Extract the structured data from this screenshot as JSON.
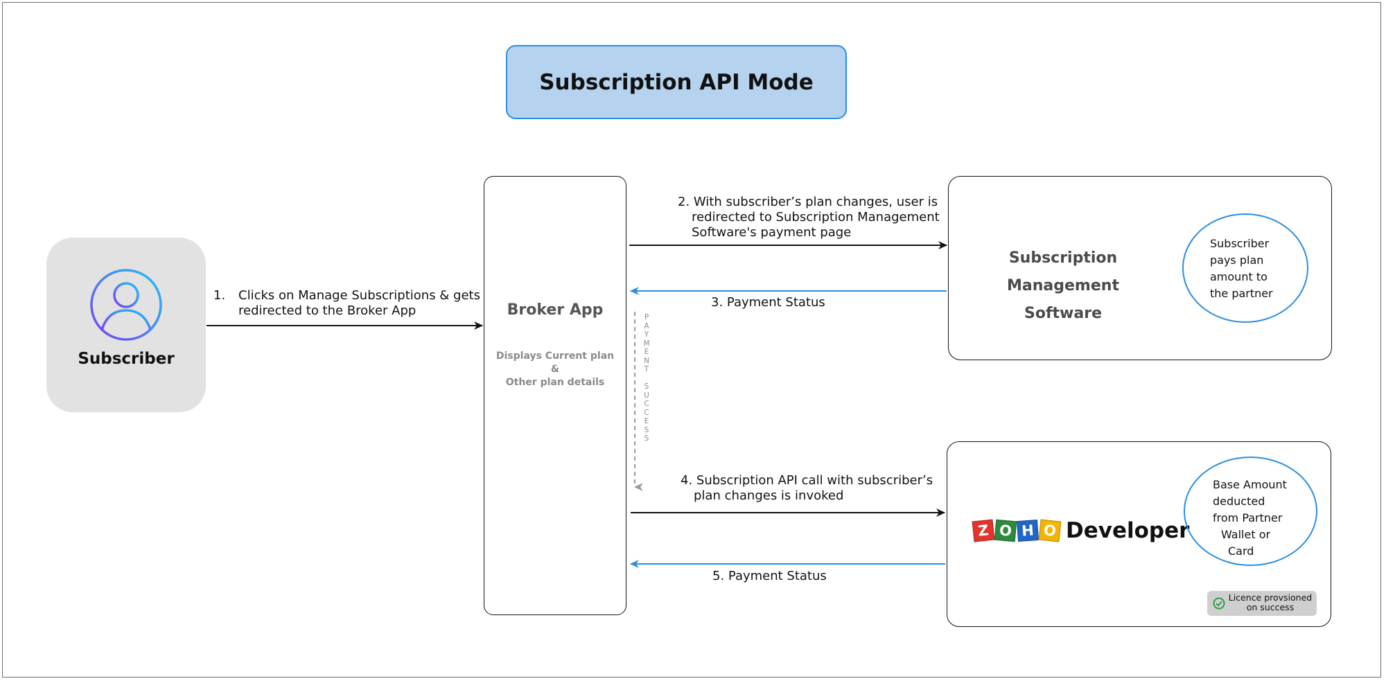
{
  "title": "Subscription API Mode",
  "subscriber": {
    "label": "Subscriber",
    "icon": "user-icon"
  },
  "broker": {
    "name": "Broker App",
    "desc_lines": [
      "Displays Current plan",
      "&",
      "Other plan details"
    ]
  },
  "sms": {
    "name_lines": [
      "Subscription Management",
      "Software"
    ],
    "oval_lines": [
      "Subscriber",
      "pays plan",
      "amount to",
      "the partner"
    ]
  },
  "zoho": {
    "logo_letters": [
      "Z",
      "O",
      "H",
      "O"
    ],
    "logo_colors": [
      "#e4322c",
      "#2b8a3e",
      "#1f66c6",
      "#f4b400"
    ],
    "logo_word": "Developer",
    "oval_lines": [
      "Base Amount",
      "deducted",
      "from Partner",
      "Wallet or",
      "Card"
    ],
    "badge_lines": [
      "Licence provsioned",
      "on success"
    ]
  },
  "steps": {
    "s1_num": "1.",
    "s1_lines": [
      "Clicks on Manage Subscriptions & gets",
      "redirected to the Broker App"
    ],
    "s2_lines": [
      "2. With subscriber’s plan changes, user is",
      "redirected to Subscription Management",
      "Software's payment page"
    ],
    "s3": "3. Payment Status",
    "s4_lines": [
      "4. Subscription API call with subscriber’s",
      "plan changes is invoked"
    ],
    "s5": "5. Payment Status",
    "payment_success": "PAYMENT SUCCESS"
  },
  "colors": {
    "accent_blue": "#2a8ee0",
    "title_fill": "#b5d3ef",
    "subscriber_fill": "#e2e2e2"
  }
}
